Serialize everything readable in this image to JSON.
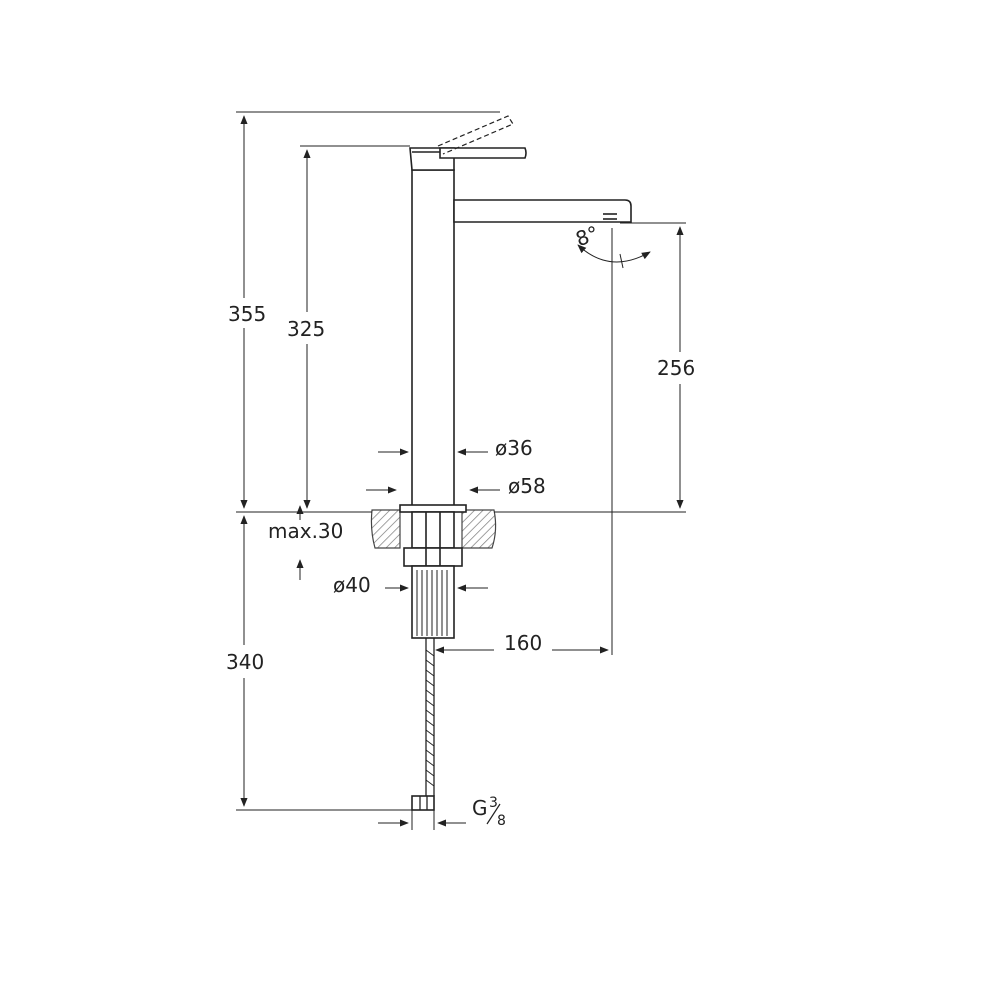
{
  "diagram": {
    "line_color": "#222222",
    "hatch_color": "#777777",
    "dimensions": {
      "total_height": "355",
      "lever_height": "325",
      "spout_height": "256",
      "below_counter": "340",
      "spout_reach": "160",
      "max_thickness": "max.30",
      "body_diameter": "ø36",
      "base_diameter": "ø58",
      "hole_diameter": "ø40",
      "swivel_angle": "8°",
      "connection_g": "G",
      "connection_num": "3",
      "connection_den": "8"
    }
  }
}
